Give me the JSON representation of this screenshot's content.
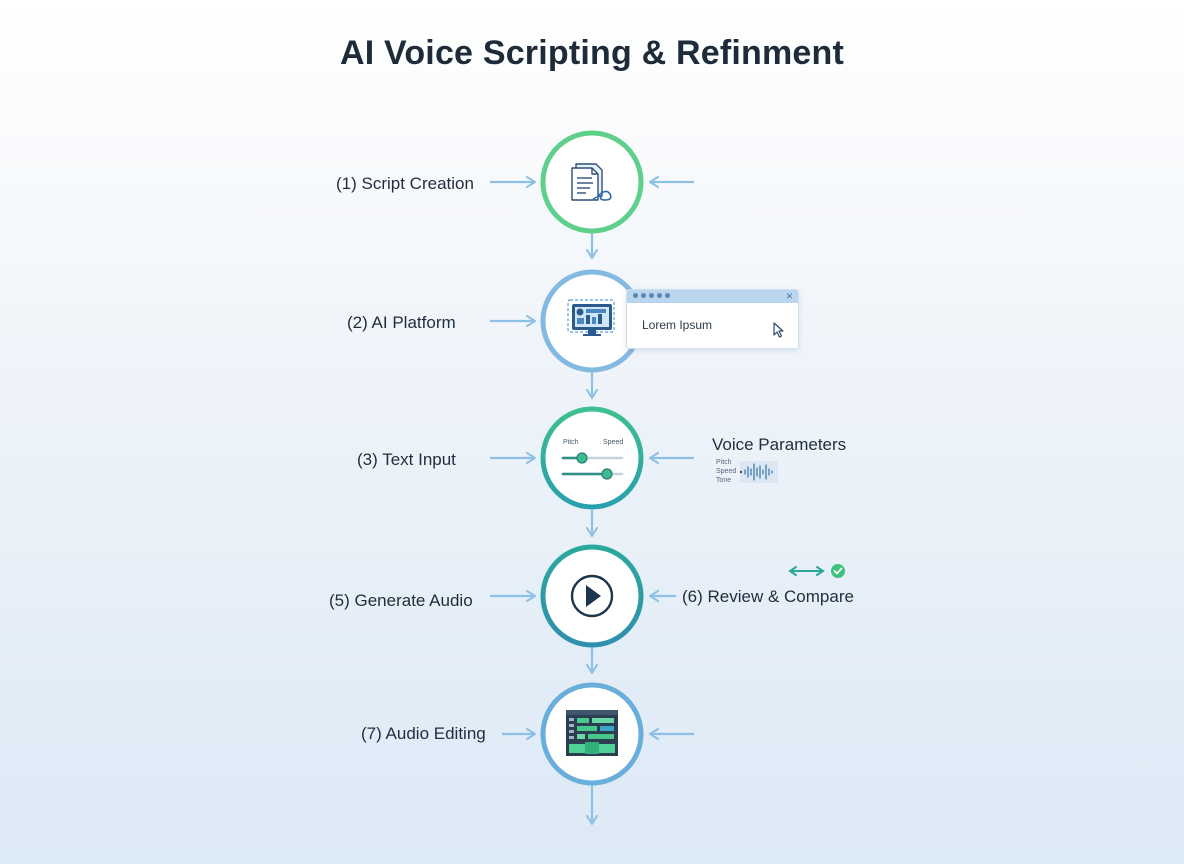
{
  "title": "AI Voice Scripting & Refinment",
  "steps": [
    {
      "label": "(1) Script Creation",
      "icon": "document-script-icon"
    },
    {
      "label": "(2) AI Platform",
      "icon": "monitor-dashboard-icon"
    },
    {
      "label": "(3) Text Input",
      "icon": "sliders-icon"
    },
    {
      "label": "(5) Generate Audio",
      "icon": "play-icon"
    },
    {
      "label": "(7) Audio Editing",
      "icon": "audio-editor-icon"
    }
  ],
  "popup": {
    "text": "Lorem Ipsum",
    "close": "×"
  },
  "sliders": {
    "left_caption": "Pitch",
    "right_caption": "Speed"
  },
  "voice_parameters": {
    "heading": "Voice Parameters",
    "items": [
      "Pitch",
      "Speed",
      "Tone"
    ]
  },
  "review": {
    "label": "(6) Review & Compare"
  },
  "colors": {
    "green": "#5fcf8c",
    "teal": "#2fae9e",
    "blue": "#7ab3de",
    "dark_teal": "#1e9aa0",
    "arrow": "#8cc0e6"
  }
}
